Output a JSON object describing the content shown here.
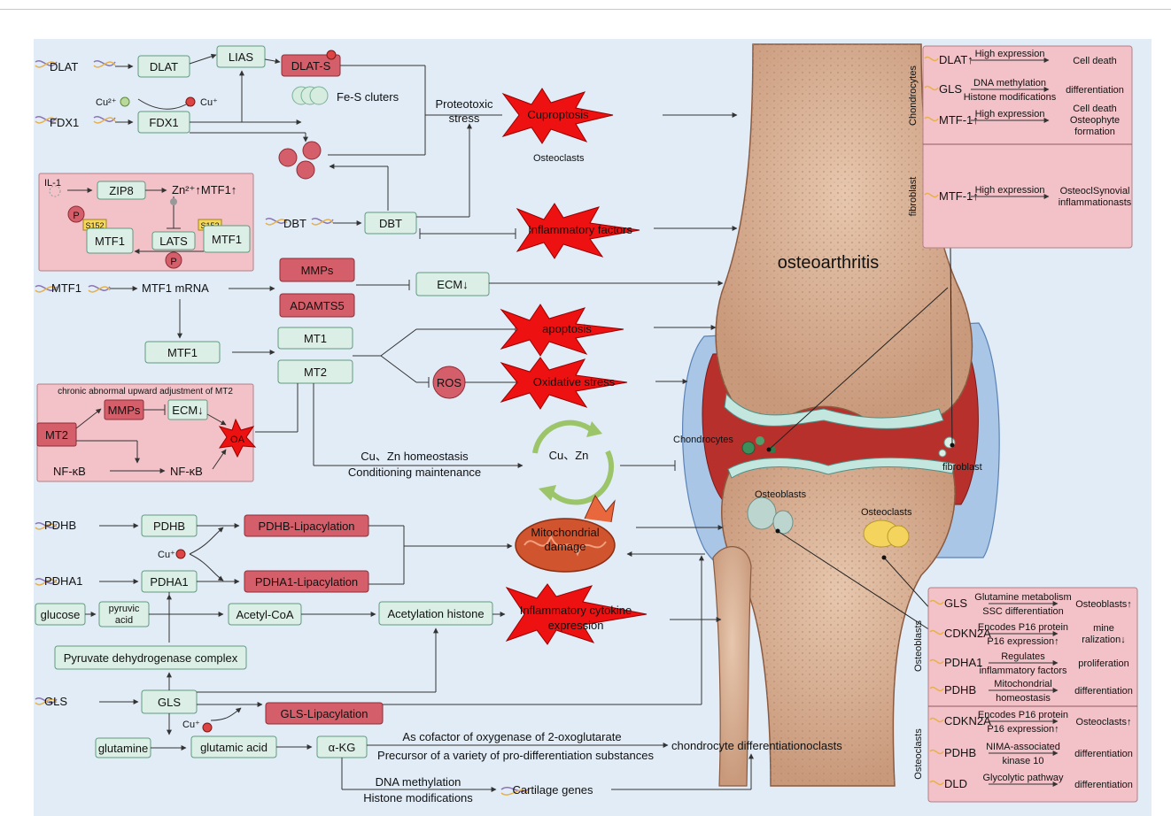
{
  "genes": {
    "dlat": "DLAT",
    "fdx1": "FDX1",
    "dbt": "DBT",
    "mtf1": "MTF1",
    "pdhb": "PDHB",
    "pdha1": "PDHA1",
    "gls": "GLS"
  },
  "cupro": {
    "dlat": "DLAT",
    "lias": "LIAS",
    "dlat_s": "DLAT-S",
    "fdx1": "FDX1",
    "cu2": "Cu²⁺",
    "cu1": "Cu⁺",
    "fes": "Fe-S cluters",
    "proteotoxic_1": "Proteotoxic",
    "proteotoxic_2": "stress",
    "cuproptosis": "Cuproptosis",
    "osteoclasts": "Osteoclasts"
  },
  "zinc_box": {
    "il1": "IL-1",
    "zip8": "ZIP8",
    "zn": "Zn²⁺↑MTF1↑",
    "s152": "S152",
    "mtf1": "MTF1",
    "lats": "LATS",
    "p": "P"
  },
  "dbt_row": {
    "dbt": "DBT",
    "inflammatory": "Inflammatory factors"
  },
  "mtf_row": {
    "mrna": "MTF1 mRNA",
    "mmps": "MMPs",
    "adamts5": "ADAMTS5",
    "ecm": "ECM↓",
    "mtf1": "MTF1",
    "mt1": "MT1",
    "mt2": "MT2",
    "apoptosis": "apoptosis",
    "ros": "ROS",
    "oxidative": "Oxidative stress"
  },
  "mt2_box": {
    "title": "chronic abnormal upward adjustment of MT2",
    "mt2": "MT2",
    "mmps": "MMPs",
    "ecm": "ECM↓",
    "oa": "OA",
    "nfkb": "NF-κB",
    "nfkb2": "NF-κB"
  },
  "homeo": {
    "line1": "Cu、Zn homeostasis",
    "line2": "Conditioning maintenance",
    "cuzn": "Cu、Zn"
  },
  "lipo": {
    "pdhb": "PDHB",
    "pdhb_lip": "PDHB-Lipacylation",
    "pdha1": "PDHA1",
    "pdha1_lip": "PDHA1-Lipacylation",
    "cu": "Cu⁺",
    "mito_1": "Mitochondrial",
    "mito_2": "damage",
    "glucose": "glucose",
    "pyruvic_1": "pyruvic",
    "pyruvic_2": "acid",
    "acetyl": "Acetyl-CoA",
    "acet_hist": "Acetylation histone",
    "inflam_1": "Inflammatory cytokine",
    "inflam_2": "expression",
    "pdc": "Pyruvate dehydrogenase complex",
    "gls": "GLS",
    "gls_lip": "GLS-Lipacylation",
    "cu2": "Cu⁺",
    "glutamine": "glutamine",
    "glutamic": "glutamic acid",
    "akg": "α-KG",
    "cofactor": "As cofactor of oxygenase of 2-oxoglutarate",
    "precursor": "Precursor of a variety of pro-differentiation substances",
    "chondro_diff": "chondrocyte differentiationoclasts",
    "dna_meth": "DNA methylation",
    "hist_mod": "Histone modifications",
    "cart": "Cartilage genes"
  },
  "knee": {
    "title": "osteoarthritis",
    "chondrocytes": "Chondrocytes",
    "fibroblast": "fibroblast",
    "osteoblasts": "Osteoblasts",
    "osteoclasts": "Osteoclasts"
  },
  "panel_top": {
    "side1": "Chondrocytes",
    "side2": "fibroblast",
    "rows": [
      {
        "gene": "DLAT↑",
        "above": "High expression",
        "below": "",
        "result": "Cell death"
      },
      {
        "gene": "GLS",
        "above": "DNA methylation",
        "below": "Histone modifications",
        "result": "differentiation"
      },
      {
        "gene": "MTF-1↑",
        "above": "High expression",
        "below": "",
        "result": "Cell death\nOsteophyte\nformation"
      },
      {
        "gene": "MTF-1↑",
        "above": "High expression",
        "below": "",
        "result": "OsteoclSynovial\ninflammationasts"
      }
    ]
  },
  "panel_bottom": {
    "side1": "Osteoblasts",
    "side2": "Osteoclasts",
    "rows": [
      {
        "gene": "GLS",
        "above": "Glutamine metabolism",
        "below": "SSC differentiation",
        "result": "Osteoblasts↑"
      },
      {
        "gene": "CDKN2A",
        "above": "Encodes P16 protein",
        "below": "P16 expression↑",
        "result": "mine\nralization↓"
      },
      {
        "gene": "PDHA1",
        "above": "Regulates",
        "below": "inflammatory factors",
        "result": "proliferation"
      },
      {
        "gene": "PDHB",
        "above": "Mitochondrial",
        "below": "homeostasis",
        "result": "differentiation"
      },
      {
        "gene": "CDKN2A",
        "above": "Encodes P16 protein",
        "below": "P16 expression↑",
        "result": "Osteoclasts↑"
      },
      {
        "gene": "PDHB",
        "above": "NIMA-associated",
        "below": "kinase 10",
        "result": "differentiation"
      },
      {
        "gene": "DLD",
        "above": "Glycolytic pathway",
        "below": "",
        "result": "differentiation"
      }
    ]
  },
  "colors": {
    "background": "#e1ecf6",
    "green_box": "#dcefe6",
    "green_border": "#5f9a7f",
    "red_box": "#d45f6a",
    "pink_panel": "#f3c2c8",
    "star": "#ee1111",
    "bone": "#d9b79d",
    "cartilage": "#c3e6df",
    "synovium": "#b8302c",
    "capsule": "#a9c6e6"
  }
}
